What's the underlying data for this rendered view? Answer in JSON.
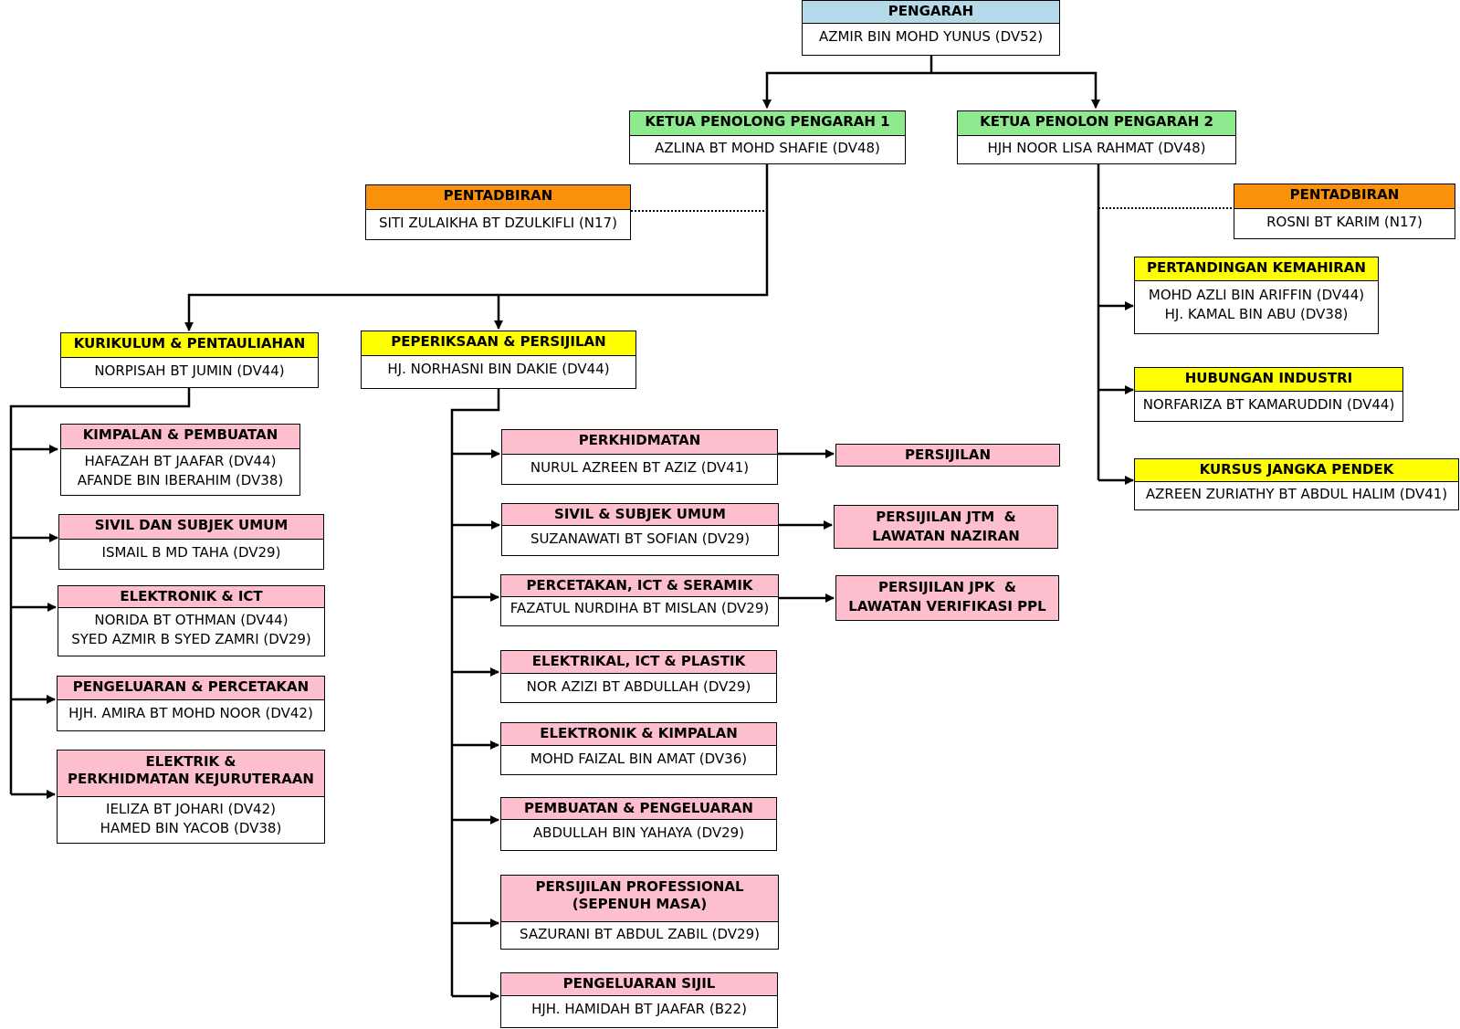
{
  "colors": {
    "pengarah": "#b4d9e8",
    "ketua": "#8fe98f",
    "pentadbiran": "#f9920a",
    "unit": "#ffff00",
    "section": "#fdbfcd"
  },
  "pengarah": {
    "title": "PENGARAH",
    "name": "AZMIR BIN MOHD YUNUS (DV52)"
  },
  "kpp1": {
    "title": "KETUA PENOLONG PENGARAH 1",
    "name": "AZLINA BT MOHD SHAFIE (DV48)"
  },
  "kpp2": {
    "title": "KETUA PENOLON PENGARAH 2",
    "name": "HJH NOOR LISA RAHMAT (DV48)"
  },
  "pentadbiran1": {
    "title": "PENTADBIRAN",
    "name": "SITI ZULAIKHA BT DZULKIFLI (N17)"
  },
  "pentadbiran2": {
    "title": "PENTADBIRAN",
    "name": "ROSNI BT KARIM (N17)"
  },
  "kurikulum": {
    "title": "KURIKULUM & PENTAULIAHAN",
    "name": "NORPISAH BT JUMIN (DV44)"
  },
  "peperiksaan": {
    "title": "PEPERIKSAAN & PERSIJILAN",
    "name": "HJ. NORHASNI BIN DAKIE (DV44)"
  },
  "right_units": [
    {
      "title": "PERTANDINGAN KEMAHIRAN",
      "names": [
        "MOHD AZLI BIN ARIFFIN (DV44)",
        "HJ. KAMAL BIN ABU (DV38)"
      ]
    },
    {
      "title": "HUBUNGAN INDUSTRI",
      "names": [
        "NORFARIZA BT KAMARUDDIN (DV44)"
      ]
    },
    {
      "title": "KURSUS JANGKA PENDEK",
      "names": [
        "AZREEN ZURIATHY BT ABDUL HALIM (DV41)"
      ]
    }
  ],
  "kurikulum_sections": [
    {
      "title": [
        "KIMPALAN & PEMBUATAN"
      ],
      "names": [
        "HAFAZAH BT JAAFAR (DV44)",
        "AFANDE BIN IBERAHIM (DV38)"
      ]
    },
    {
      "title": [
        "SIVIL DAN SUBJEK UMUM"
      ],
      "names": [
        "ISMAIL B MD TAHA (DV29)"
      ]
    },
    {
      "title": [
        "ELEKTRONIK & ICT"
      ],
      "names": [
        "NORIDA BT OTHMAN (DV44)",
        "SYED AZMIR B SYED ZAMRI (DV29)"
      ]
    },
    {
      "title": [
        "PENGELUARAN & PERCETAKAN"
      ],
      "names": [
        "HJH. AMIRA BT MOHD NOOR (DV42)"
      ]
    },
    {
      "title": [
        "ELEKTRIK &",
        "PERKHIDMATAN KEJURUTERAAN"
      ],
      "names": [
        "IELIZA BT JOHARI (DV42)",
        "HAMED BIN YACOB (DV38)"
      ]
    }
  ],
  "peperiksaan_sections": [
    {
      "title": [
        "PERKHIDMATAN"
      ],
      "names": [
        "NURUL AZREEN BT AZIZ (DV41)"
      ]
    },
    {
      "title": [
        "SIVIL & SUBJEK UMUM"
      ],
      "names": [
        "SUZANAWATI BT SOFIAN (DV29)"
      ]
    },
    {
      "title": [
        "PERCETAKAN, ICT & SERAMIK"
      ],
      "names": [
        "FAZATUL NURDIHA BT MISLAN (DV29)"
      ]
    },
    {
      "title": [
        "ELEKTRIKAL, ICT & PLASTIK"
      ],
      "names": [
        "NOR AZIZI BT ABDULLAH (DV29)"
      ]
    },
    {
      "title": [
        "ELEKTRONIK & KIMPALAN"
      ],
      "names": [
        "MOHD FAIZAL BIN AMAT (DV36)"
      ]
    },
    {
      "title": [
        "PEMBUATAN & PENGELUARAN"
      ],
      "names": [
        "ABDULLAH BIN YAHAYA (DV29)"
      ]
    },
    {
      "title": [
        "PERSIJILAN PROFESSIONAL",
        "(SEPENUH MASA)"
      ],
      "names": [
        "SAZURANI BT ABDUL ZABIL (DV29)"
      ]
    },
    {
      "title": [
        "PENGELUARAN SIJIL"
      ],
      "names": [
        "HJH. HAMIDAH BT JAAFAR (B22)"
      ]
    }
  ],
  "persijilan_units": [
    {
      "title": [
        "PERSIJILAN"
      ]
    },
    {
      "title": [
        "PERSIJILAN JTM  &",
        "LAWATAN NAZIRAN"
      ]
    },
    {
      "title": [
        "PERSIJILAN JPK  &",
        "LAWATAN VERIFIKASI PPL"
      ]
    }
  ]
}
